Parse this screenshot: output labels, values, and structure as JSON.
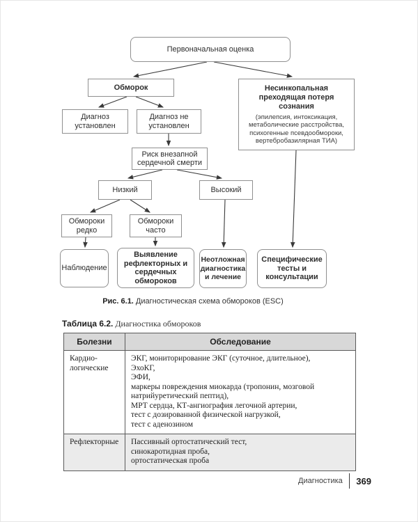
{
  "flowchart": {
    "nodes": {
      "initial": "Первоначальная оценка",
      "syncope": "Обморок",
      "nonsyncopal_title": "Несинкопальная преходящая потеря сознания",
      "nonsyncopal_detail": "(эпилепсия, интоксикация, метаболические расстройства, психогенные псевдообмороки, вертебробазилярная ТИА)",
      "dx_established": "Диагноз установлен",
      "dx_not_established": "Диагноз не установлен",
      "risk": "Риск внезапной сердечной смерти",
      "low": "Низкий",
      "high": "Высокий",
      "rare": "Обмороки редко",
      "frequent": "Обмороки часто",
      "observation": "Наблюдение",
      "detection": "Выявление рефлекторных и сердечных обмороков",
      "urgent": "Неотложная диагностика и лечение",
      "specific": "Специфические тесты и консультации"
    },
    "caption_bold": "Рис. 6.1.",
    "caption_rest": " Диагностическая схема обмороков (ESC)"
  },
  "table": {
    "title_bold": "Таблица 6.2.",
    "title_rest": " Диагностика обмороков",
    "headers": [
      "Болезни",
      "Обследование"
    ],
    "rows": [
      {
        "disease": "Кардио-\nлогические",
        "exams": "ЭКГ, мониторирование ЭКГ (суточное, длительное),\nЭхоКГ,\nЭФИ,\nмаркеры повреждения миокарда (тропонин, мозговой натрийуретический пептид),\nМРТ сердца, КТ-ангиография легочной артерии,\nтест с дозированной физической нагрузкой,\nтест с аденозином"
      },
      {
        "disease": "Рефлекторные",
        "exams": "Пассивный ортостатический тест,\nсинокаротидная проба,\nортостатическая проба"
      }
    ]
  },
  "footer": {
    "section": "Диагностика",
    "page_number": "369"
  },
  "colors": {
    "table_header_bg": "#d8d8d8",
    "table_alt_row_bg": "#ebebeb",
    "box_border": "#8f8f8f",
    "arrow": "#3a3a3a"
  }
}
